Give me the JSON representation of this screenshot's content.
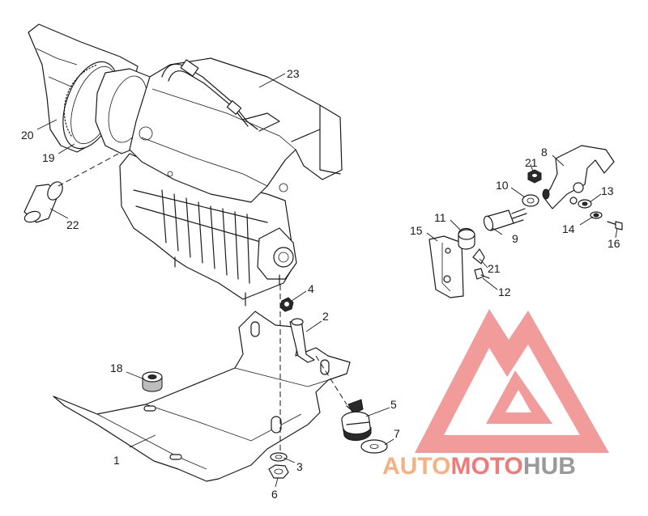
{
  "watermark": {
    "word_parts": [
      "AUTO",
      "MOTO",
      "HUB"
    ],
    "colors": {
      "auto": "#f5b183",
      "moto": "#f07a7a",
      "hub": "#9a9a9a",
      "logo": "#f08a8a"
    }
  },
  "callouts": {
    "c1": "1",
    "c2": "2",
    "c3": "3",
    "c4": "4",
    "c5": "5",
    "c6": "6",
    "c7": "7",
    "c8": "8",
    "c9": "9",
    "c10": "10",
    "c11": "11",
    "c12": "12",
    "c13": "13",
    "c14": "14",
    "c15": "15",
    "c16": "16",
    "c18": "18",
    "c19": "19",
    "c20": "20",
    "c21a": "21",
    "c21b": "21",
    "c22": "22",
    "c23": "23"
  }
}
